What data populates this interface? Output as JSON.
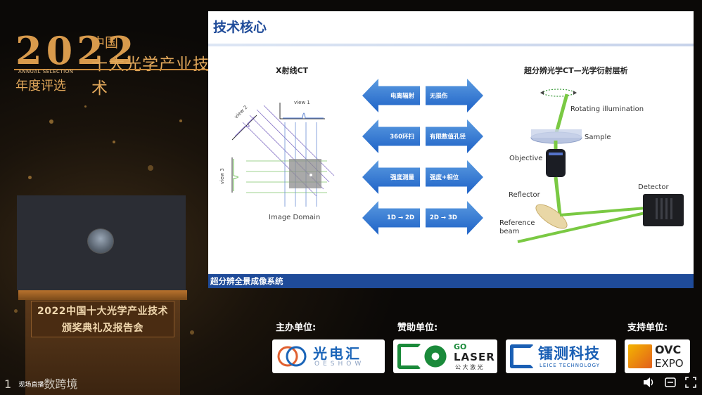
{
  "event_logo": {
    "year": "2022",
    "country": "中国",
    "title": "十大光学产业技术",
    "annual": "ANNUAL SELECTION",
    "selection": "年度评选"
  },
  "podium": {
    "line1": "2022中国十大光学产业技术",
    "line2": "颁奖典礼及报告会"
  },
  "slide": {
    "title": "技术核心",
    "footer": "超分辨全景成像系统",
    "left_title": "X射线CT",
    "right_title": "超分辨光学CT—光学衍射层析",
    "ct_labels": {
      "view1": "view 1",
      "view2": "view 2",
      "view3": "view 3",
      "domain": "Image Domain"
    },
    "comparisons": [
      {
        "left": "电离辐射",
        "right": "无损伤"
      },
      {
        "left": "360环扫",
        "right": "有限数值孔径"
      },
      {
        "left": "强度测量",
        "right": "强度+相位"
      },
      {
        "left": "1D → 2D",
        "right": "2D → 3D"
      }
    ],
    "optics_labels": {
      "rotating": "Rotating illumination",
      "sample": "Sample",
      "objective": "Objective",
      "reflector": "Reflector",
      "detector": "Detector",
      "reference_1": "Reference",
      "reference_2": "beam"
    }
  },
  "sponsors": {
    "host_label": "主办单位:",
    "assist_label": "赞助单位:",
    "support_label": "支持单位:",
    "oeshow_cn": "光电汇",
    "oeshow_en": "OESHOW",
    "golaser_1": "GO",
    "golaser_2": "LASER",
    "golaser_cn": "公 大 激 光",
    "leice_cn": "镭测科技",
    "leice_en": "LEICE TECHNOLOGY",
    "ovc_1": "OVC",
    "ovc_2": "EXPO"
  },
  "overlay": {
    "watermark": "数跨境",
    "watermark_prefix": "1  ",
    "small_text": "现场直播",
    "icons": [
      "speaker-icon",
      "subtitle-icon",
      "fullscreen-icon"
    ]
  }
}
